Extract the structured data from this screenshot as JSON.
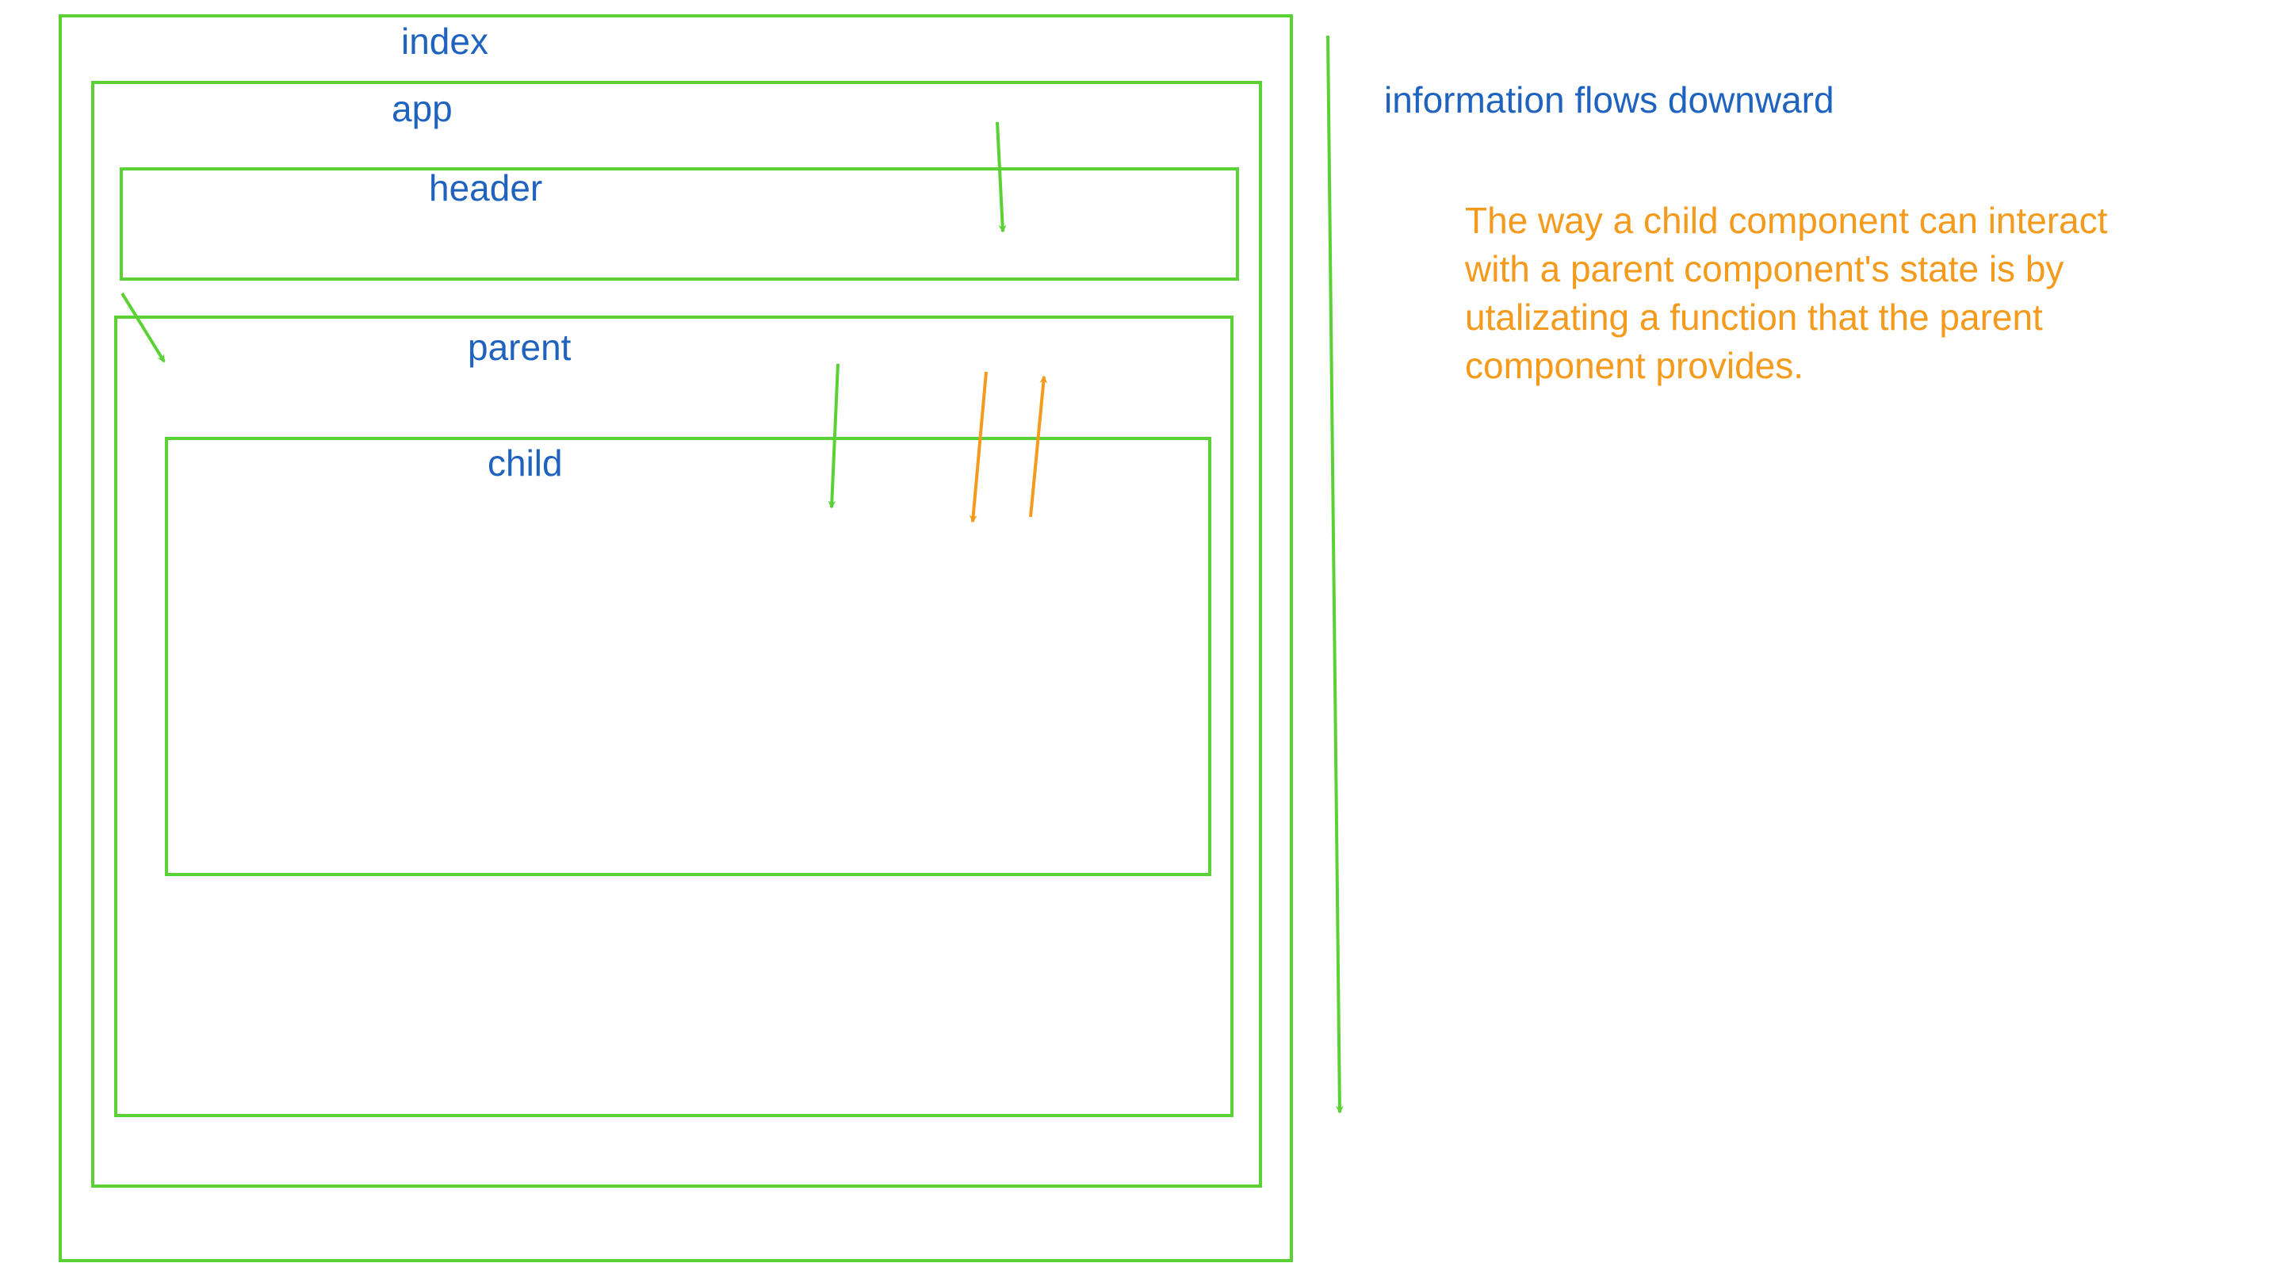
{
  "diagram": {
    "colors": {
      "box_stroke": "#5ad135",
      "label_text": "#1f63bf",
      "note_text": "#f49a1c",
      "green_arrow": "#5ad135",
      "orange_arrow": "#f49a1c"
    },
    "boxes": {
      "index": {
        "label": "index"
      },
      "app": {
        "label": "app"
      },
      "header": {
        "label": "header"
      },
      "parent": {
        "label": "parent"
      },
      "child": {
        "label": "child"
      }
    },
    "flow_label": "information flows downward",
    "note": "The way a child component can interact with a parent component's state is by utalizating a function that the parent component provides."
  }
}
